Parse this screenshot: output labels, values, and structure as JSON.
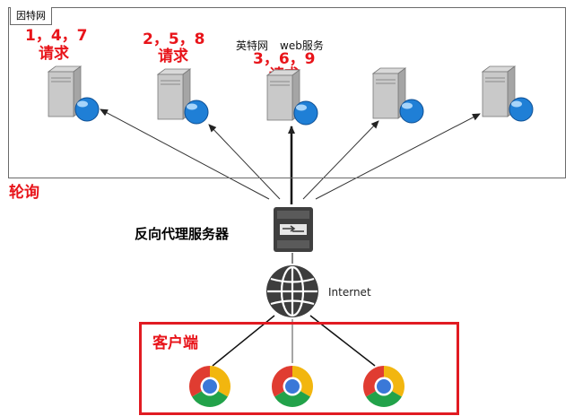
{
  "cluster": {
    "label": "因特网",
    "servers": [
      {
        "requests": "1，4，7",
        "request_word": "请求"
      },
      {
        "requests": "2，5，8",
        "request_word": "请求"
      },
      {
        "caption_a": "英特网",
        "caption_b": "web服务",
        "requests": "3，6，9",
        "request_word": "请求"
      },
      {},
      {}
    ]
  },
  "strategy_label": "轮询",
  "proxy_label": "反向代理服务器",
  "internet_label": "Internet",
  "client_label": "客户端",
  "colors": {
    "red": "#e8141a",
    "arrow": "#222222",
    "globe_blue": "#1f7fd6"
  },
  "icons": {
    "server": "server-icon",
    "proxy": "proxy-server-icon",
    "internet": "globe-icon",
    "client": "chrome-icon"
  }
}
